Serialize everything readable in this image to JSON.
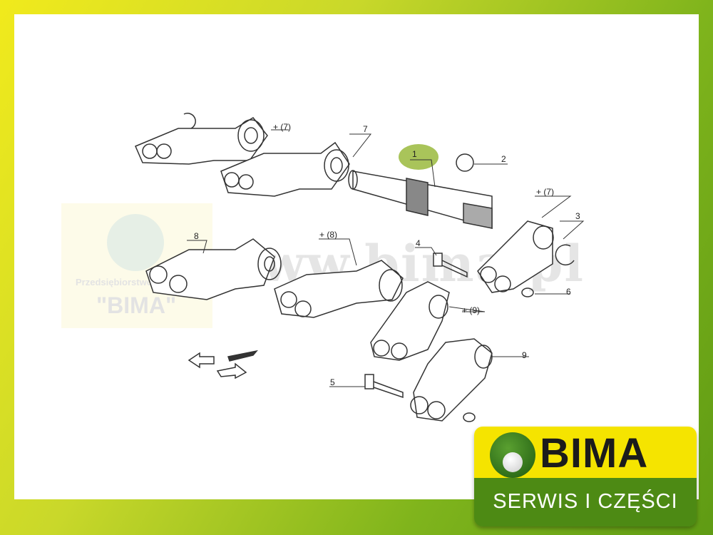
{
  "watermark": {
    "company_prefix": "Przedsiębiorstwo",
    "company_name": "\"BIMA\"",
    "url": "www.bima.pl"
  },
  "labels": {
    "l7": "7",
    "l7ref_a": "+ (7)",
    "l1": "1",
    "l2": "2",
    "l7ref_b": "+ (7)",
    "l3": "3",
    "l8": "8",
    "l8ref": "+ (8)",
    "l4": "4",
    "l6": "6",
    "l9ref": "+ (9)",
    "l9": "9",
    "l5": "5"
  },
  "highlight_color": "#a9c45a",
  "logo": {
    "brand": "BIMA",
    "tagline": "SERWIS I CZĘŚCI"
  }
}
